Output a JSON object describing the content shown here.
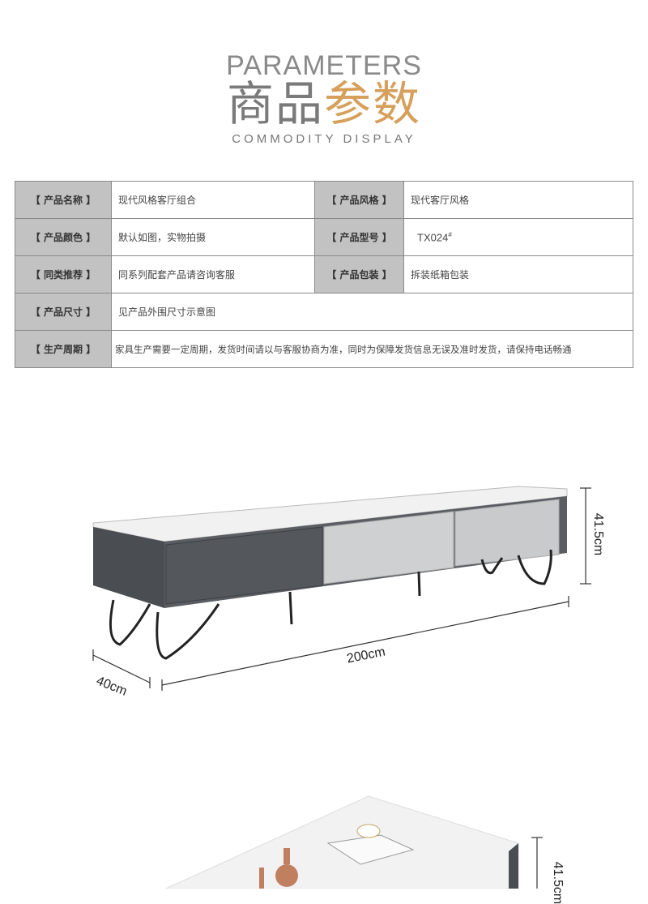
{
  "header": {
    "title_en": "PARAMETERS",
    "title_cn_part1": "商品",
    "title_cn_part2": "参数",
    "subtitle": "COMMODITY  DISPLAY",
    "accent_color": "#d6a05c"
  },
  "params": {
    "name_label": "【 产品名称 】",
    "name_value": "现代风格客厅组合",
    "style_label": "【 产品风格 】",
    "style_value": "现代客厅风格",
    "color_label": "【 产品颜色 】",
    "color_value": "默认如图，实物拍摄",
    "model_label": "【 产品型号 】",
    "model_value": "TX024",
    "model_suffix": "#",
    "recommend_label": "【 同类推荐 】",
    "recommend_value": "同系列配套产品请咨询客服",
    "package_label": "【 产品包装 】",
    "package_value": "拆装纸箱包装",
    "size_label": "【 产品尺寸 】",
    "size_value": "见产品外围尺寸示意图",
    "cycle_label": "【 生产周期 】",
    "cycle_value": "家具生产需要一定周期，发货时间请以与客服协商为准，同时为保障发货信息无误及准时发货，请保持电话畅通"
  },
  "diagram1": {
    "height": "41.5cm",
    "length": "200cm",
    "depth": "40cm"
  },
  "diagram2": {
    "height": "41.5cm"
  }
}
